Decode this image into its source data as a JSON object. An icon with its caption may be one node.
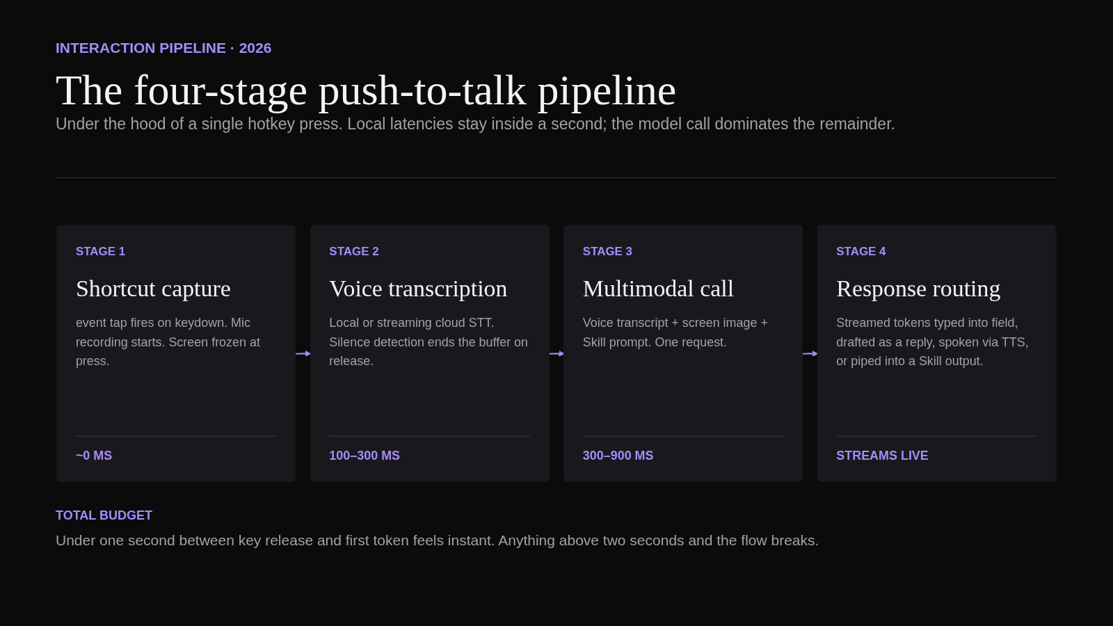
{
  "diagram": {
    "title": "The four-stage push-to-talk pipeline",
    "nodes": [
      {
        "text": [
          "STAGE 1",
          "Shortcut capture",
          "event tap fires on keydown. Mic recording starts. Screen frozen at press.",
          "~0 MS"
        ]
      },
      {
        "text": [
          "STAGE 2",
          "Voice transcription",
          "Local or streaming cloud STT. Silence detection ends the buffer on release.",
          "100–300 MS"
        ]
      },
      {
        "text": [
          "STAGE 3",
          "Multimodal call",
          "Voice transcript + screen image + Skill prompt. One request.",
          "300–900 MS"
        ]
      },
      {
        "text": [
          "STAGE 4",
          "Response routing",
          "Streamed tokens typed into field, drafted as a reply, spoken via TTS, or piped into a Skill output.",
          "STREAMS LIVE"
        ]
      }
    ],
    "edges": [
      {
        "from": 0,
        "to": 1,
        "arrow": "to"
      },
      {
        "from": 1,
        "to": 2,
        "arrow": "to"
      },
      {
        "from": 2,
        "to": 3,
        "arrow": "to"
      }
    ],
    "labels": [
      "INTERACTION PIPELINE · 2026",
      "Under the hood of a single hotkey press. Local latencies stay inside a second; the model call dominates the remainder.",
      "TOTAL BUDGET",
      "Under one second between key release and first token feels instant. Anything above two seconds and the flow breaks."
    ]
  }
}
